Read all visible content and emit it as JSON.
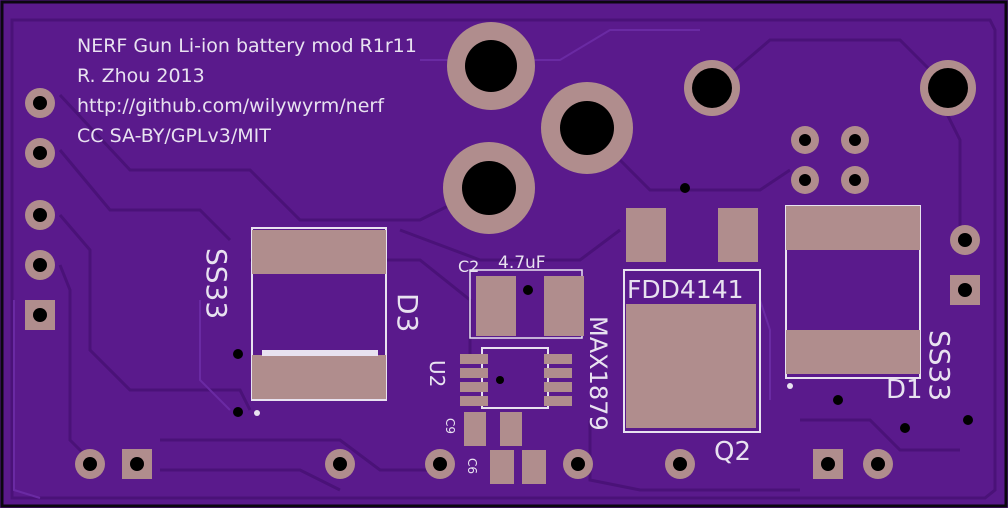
{
  "board": {
    "colors": {
      "soldermask": "#5a1a8c",
      "trace": "#6a2aa3",
      "copper": "#b08d8d",
      "hole": "#000000",
      "silkscreen": "#e8e2f0",
      "edge": "#e6d46a"
    },
    "info_lines": [
      "NERF Gun Li-ion battery mod R1r11",
      "R. Zhou 2013",
      "http://github.com/wilywyrm/nerf",
      "CC SA-BY/GPLv3/MIT"
    ]
  },
  "labels": {
    "ss33_left": "SS33",
    "d3": "D3",
    "c2": "C2",
    "c2_value": "4.7uF",
    "u2": "U2",
    "max1879": "MAX1879",
    "c9": "C9",
    "c6": "C6",
    "fdd4141": "FDD4141",
    "q2": "Q2",
    "d1": "D1",
    "ss33_right": "SS33"
  }
}
